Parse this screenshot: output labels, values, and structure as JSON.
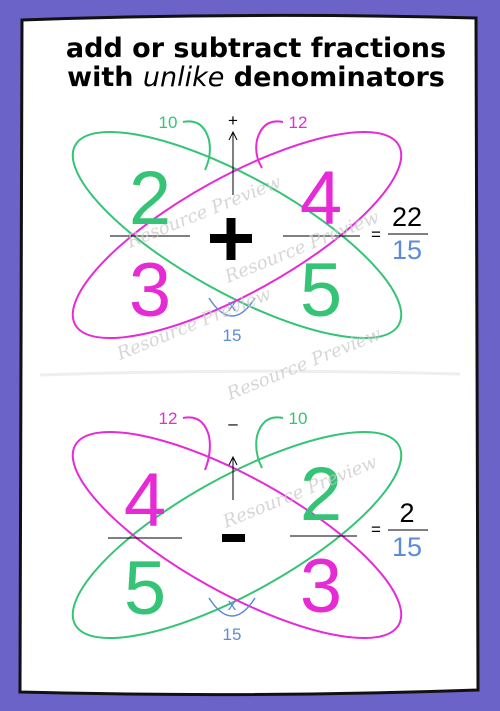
{
  "title": {
    "line1": "add or subtract fractions",
    "line2_before": "with ",
    "line2_emph": "unlike",
    "line2_after": " denominators"
  },
  "watermark": "Resource Preview",
  "colors": {
    "frame": "#6b63c8",
    "green": "#35c476",
    "magenta": "#e62ad6",
    "blue": "#5b8bd9",
    "black": "#000000"
  },
  "problems": [
    {
      "operator": "+",
      "operator_label": "+",
      "left": {
        "numerator": "2",
        "denominator": "3"
      },
      "right": {
        "numerator": "4",
        "denominator": "5"
      },
      "cross_left": "10",
      "cross_right": "12",
      "multiply_label": "x",
      "denominator_product": "15",
      "equals": "=",
      "answer": {
        "numerator": "22",
        "denominator": "15"
      }
    },
    {
      "operator": "-",
      "operator_label": "–",
      "left": {
        "numerator": "4",
        "denominator": "5"
      },
      "right": {
        "numerator": "2",
        "denominator": "3"
      },
      "cross_left": "12",
      "cross_right": "10",
      "multiply_label": "x",
      "denominator_product": "15",
      "equals": "=",
      "answer": {
        "numerator": "2",
        "denominator": "15"
      }
    }
  ]
}
